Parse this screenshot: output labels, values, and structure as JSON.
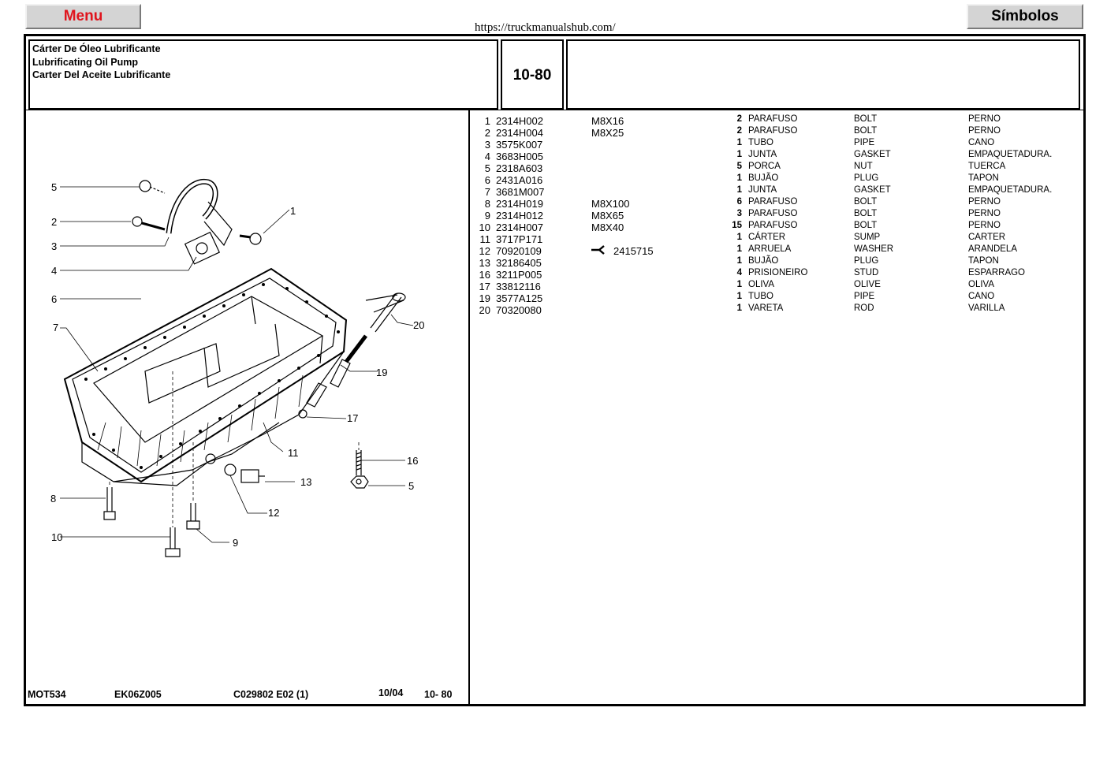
{
  "nav": {
    "menu_label": "Menu",
    "simbolos_label": "Símbolos"
  },
  "site_url": "https://truckmanualshub.com/",
  "header": {
    "title_pt": "Cárter De Óleo Lubrificante",
    "title_en": "Lubrificating Oil Pump",
    "title_es": "Carter Del Aceite Lubrificante",
    "section_code": "10-80"
  },
  "parts": [
    {
      "no": "1",
      "code": "2314H002",
      "spec": "M8X16",
      "qty": "2",
      "pt": "PARAFUSO",
      "en": "BOLT",
      "es": "PERNO"
    },
    {
      "no": "2",
      "code": "2314H004",
      "spec": "M8X25",
      "qty": "2",
      "pt": "PARAFUSO",
      "en": "BOLT",
      "es": "PERNO"
    },
    {
      "no": "3",
      "code": "3575K007",
      "spec": "",
      "qty": "1",
      "pt": "TUBO",
      "en": "PIPE",
      "es": "CANO"
    },
    {
      "no": "4",
      "code": "3683H005",
      "spec": "",
      "qty": "1",
      "pt": "JUNTA",
      "en": "GASKET",
      "es": "EMPAQUETADURA."
    },
    {
      "no": "5",
      "code": "2318A603",
      "spec": "",
      "qty": "5",
      "pt": "PORCA",
      "en": "NUT",
      "es": "TUERCA"
    },
    {
      "no": "6",
      "code": "2431A016",
      "spec": "",
      "qty": "1",
      "pt": "BUJÃO",
      "en": "PLUG",
      "es": "TAPON"
    },
    {
      "no": "7",
      "code": "3681M007",
      "spec": "",
      "qty": "1",
      "pt": "JUNTA",
      "en": "GASKET",
      "es": "EMPAQUETADURA."
    },
    {
      "no": "8",
      "code": "2314H019",
      "spec": "M8X100",
      "qty": "6",
      "pt": "PARAFUSO",
      "en": "BOLT",
      "es": "PERNO"
    },
    {
      "no": "9",
      "code": "2314H012",
      "spec": "M8X65",
      "qty": "3",
      "pt": "PARAFUSO",
      "en": "BOLT",
      "es": "PERNO"
    },
    {
      "no": "10",
      "code": "2314H007",
      "spec": "M8X40",
      "qty": "15",
      "pt": "PARAFUSO",
      "en": "BOLT",
      "es": "PERNO"
    },
    {
      "no": "11",
      "code": "3717P171",
      "spec": "",
      "qty": "1",
      "pt": "CÁRTER",
      "en": "SUMP",
      "es": "CARTER"
    },
    {
      "no": "12",
      "code": "70920109",
      "spec": "2415715",
      "qty": "1",
      "pt": "ARRUELA",
      "en": "WASHER",
      "es": "ARANDELA",
      "alt_symbol": "replacement-arrow-icon"
    },
    {
      "no": "13",
      "code": "32186405",
      "spec": "",
      "qty": "1",
      "pt": "BUJÃO",
      "en": "PLUG",
      "es": "TAPON"
    },
    {
      "no": "16",
      "code": "3211P005",
      "spec": "",
      "qty": "4",
      "pt": "PRISIONEIRO",
      "en": "STUD",
      "es": "ESPARRAGO"
    },
    {
      "no": "17",
      "code": "33812116",
      "spec": "",
      "qty": "1",
      "pt": "OLIVA",
      "en": "OLIVE",
      "es": "OLIVA"
    },
    {
      "no": "19",
      "code": "3577A125",
      "spec": "",
      "qty": "1",
      "pt": "TUBO",
      "en": "PIPE",
      "es": "CANO"
    },
    {
      "no": "20",
      "code": "70320080",
      "spec": "",
      "qty": "1",
      "pt": "VARETA",
      "en": "ROD",
      "es": "VARILLA"
    }
  ],
  "diagram_callouts": [
    "5",
    "2",
    "3",
    "4",
    "6",
    "7",
    "1",
    "20",
    "19",
    "17",
    "11",
    "16",
    "5",
    "13",
    "12",
    "8",
    "10",
    "9"
  ],
  "footer": {
    "model": "MOT534",
    "engine": "EK06Z005",
    "ref": "C029802  E02    (1)",
    "date": "10/04",
    "code": "10- 80"
  }
}
